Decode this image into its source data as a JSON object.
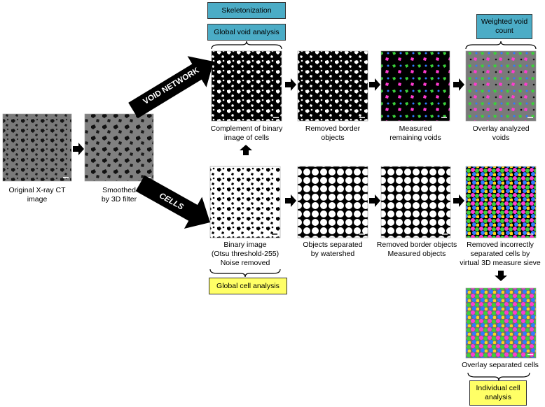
{
  "colors": {
    "blue_box": "#4bacc6",
    "yellow_box": "#ffff66",
    "arrow": "#000000"
  },
  "nodes": {
    "original": {
      "label": [
        "Original X-ray CT",
        "image"
      ],
      "image": "grayscale-ct-slice"
    },
    "smoothed": {
      "label": [
        "Smoothed",
        "by 3D filter"
      ],
      "image": "grayscale-ct-slice-smoothed"
    },
    "complement": {
      "label": [
        "Complement of binary",
        "image of cells"
      ],
      "image": "binary-voids-white-on-black"
    },
    "removed_border_void": {
      "label": [
        "Removed border",
        "objects"
      ],
      "image": "binary-voids-border-removed"
    },
    "measured_voids": {
      "label": [
        "Measured",
        "remaining voids"
      ],
      "image": "colored-voids-on-black"
    },
    "overlay_voids": {
      "label": [
        "Overlay analyzed",
        "voids"
      ],
      "image": "colored-voids-on-gray"
    },
    "binary": {
      "label": [
        "Binary image",
        "(Otsu threshold-255)",
        "Noise removed"
      ],
      "image": "binary-cells-black-on-white"
    },
    "watershed": {
      "label": [
        "Objects separated",
        "by watershed"
      ],
      "image": "watershed-cells"
    },
    "measured_objects": {
      "label": [
        "Removed border objects",
        "Measured objects"
      ],
      "image": "cells-border-removed"
    },
    "sieve": {
      "label": [
        "Removed incorrectly",
        "separated cells by",
        "virtual 3D measure sieve"
      ],
      "image": "colored-cells-on-black"
    },
    "overlay_cells": {
      "label": [
        "Overlay separated cells"
      ],
      "image": "colored-cells-on-gray"
    }
  },
  "boxes": {
    "skeletonization": "Skeletonization",
    "global_void": "Global void analysis",
    "weighted_void": [
      "Weighted void",
      "count"
    ],
    "global_cell": "Global cell analysis",
    "individual_cell": [
      "Individual cell",
      "analysis"
    ]
  },
  "branches": {
    "void": "VOID NETWORK",
    "cells": "CELLS"
  }
}
